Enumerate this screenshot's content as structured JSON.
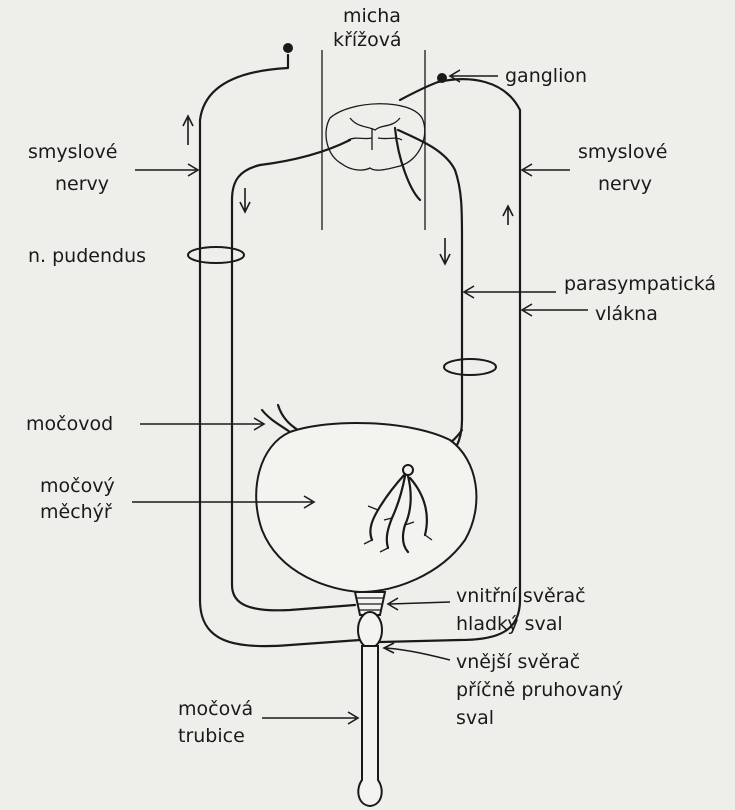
{
  "labels": {
    "micha_line1": "micha",
    "micha_line2": "křížová",
    "ganglion": "ganglion",
    "smyslove_left_1": "smyslové",
    "smyslove_left_2": "nervy",
    "smyslove_right_1": "smyslové",
    "smyslove_right_2": "nervy",
    "pudendus": "n. pudendus",
    "parasym_1": "parasympatická",
    "parasym_2": "vlákna",
    "mocovod": "močovod",
    "mechyr_1": "močový",
    "mechyr_2": "měchýř",
    "vnitrni_1": "vnitřní svěrač",
    "vnitrni_2": "hladký sval",
    "vnejsi_1": "vnější svěrač",
    "vnejsi_2": "příčně pruhovaný",
    "vnejsi_3": "sval",
    "trubice_1": "močová",
    "trubice_2": "trubice"
  },
  "colors": {
    "ink": "#1a1a1a",
    "paper": "#eeeeea"
  }
}
